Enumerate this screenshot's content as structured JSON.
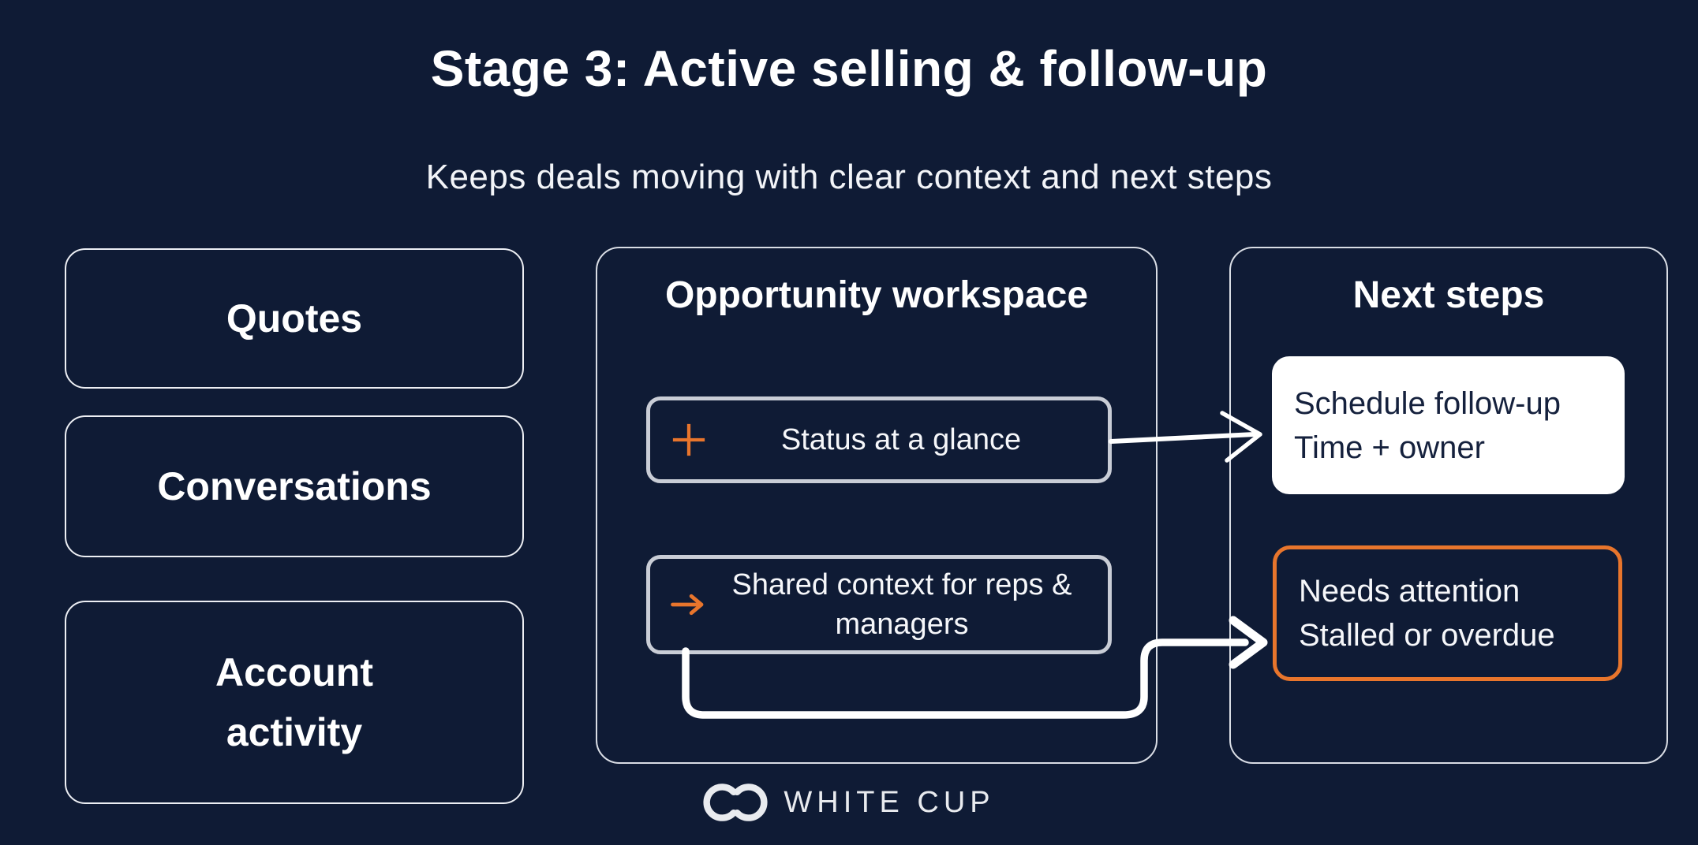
{
  "colors": {
    "background": "#0F1B35",
    "accent_orange": "#E8752C",
    "card_white": "#FFFFFF",
    "dark_text": "#15213D",
    "thin_border": "#D9DDE5",
    "silver_border": "#C9CDD6"
  },
  "header": {
    "title": "Stage 3: Active selling & follow-up",
    "subtitle": "Keeps deals moving with clear context and next steps"
  },
  "left_column": {
    "items": [
      {
        "lines": [
          "Quotes"
        ]
      },
      {
        "lines": [
          "Conversations"
        ]
      },
      {
        "lines": [
          "Account",
          "activity"
        ]
      }
    ]
  },
  "workspace": {
    "title": "Opportunity workspace",
    "items": [
      {
        "icon": "plus-icon",
        "lines": [
          "Status at a glance"
        ]
      },
      {
        "icon": "arrow-right-icon",
        "lines": [
          "Shared context for reps",
          "& managers"
        ]
      }
    ]
  },
  "next_steps": {
    "title": "Next steps",
    "cards": [
      {
        "style": "white-filled",
        "lines": [
          "Schedule follow-up",
          "Time + owner"
        ]
      },
      {
        "style": "orange-outline",
        "lines": [
          "Needs attention",
          "Stalled or overdue"
        ]
      }
    ]
  },
  "footer": {
    "brand": "WHITE CUP",
    "logo": "interlocked-c-rings"
  }
}
